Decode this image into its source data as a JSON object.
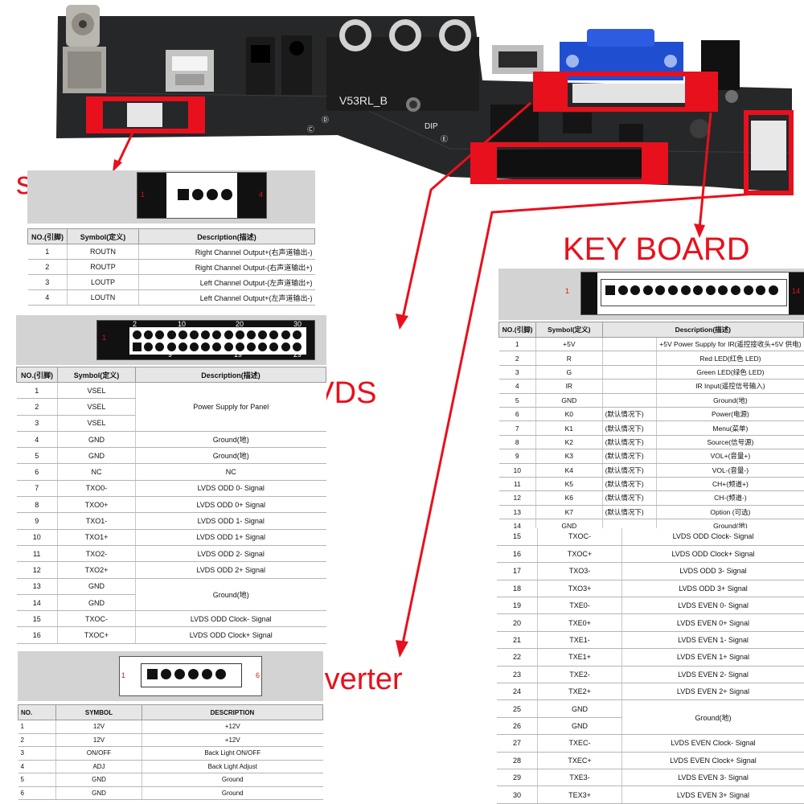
{
  "callouts": {
    "speaker": "speaker",
    "lvds": "LVDS",
    "keyboard": "KEY BOARD",
    "inverter": "inverter"
  },
  "board": {
    "silkscreen": [
      "V53RL_B",
      "DIP",
      "Ⓒ",
      "Ⓓ",
      "Ⓔ"
    ]
  },
  "colors": {
    "callout_red": "#e8101c",
    "panel_gray": "#d3d3d3",
    "vga_blue": "#1f4fd0"
  },
  "speaker": {
    "pin_left": "1",
    "pin_right": "4",
    "headers": [
      "NO.(引脚)",
      "Symbol(定义)",
      "Description(描述)"
    ],
    "rows": [
      [
        "1",
        "ROUTN",
        "Right Channel Output+(右声道输出-)"
      ],
      [
        "2",
        "ROUTP",
        "Right Channel Output-(右声道输出+)"
      ],
      [
        "3",
        "LOUTP",
        "Left Channel Output-(左声道输出+)"
      ],
      [
        "4",
        "LOUTN",
        "Left Channel Output+(左声道输出-)"
      ]
    ]
  },
  "lvds": {
    "top_labels": [
      "2",
      "10",
      "20",
      "30"
    ],
    "bottom_labels": [
      "9",
      "19",
      "29"
    ],
    "pin_left": "1",
    "headers": [
      "NO.(引脚)",
      "Symbol(定义)",
      "Description(描述)"
    ],
    "merged": {
      "power": "Power Supply for Panel",
      "ground": "Ground(地)"
    },
    "rows": [
      [
        "1",
        "VSEL",
        ""
      ],
      [
        "2",
        "VSEL",
        ""
      ],
      [
        "3",
        "VSEL",
        ""
      ],
      [
        "4",
        "GND",
        "Ground(地)"
      ],
      [
        "5",
        "GND",
        "Ground(地)"
      ],
      [
        "6",
        "NC",
        "NC"
      ],
      [
        "7",
        "TXO0-",
        "LVDS ODD 0- Signal"
      ],
      [
        "8",
        "TXO0+",
        "LVDS ODD 0+ Signal"
      ],
      [
        "9",
        "TXO1-",
        "LVDS ODD 1- Signal"
      ],
      [
        "10",
        "TXO1+",
        "LVDS ODD 1+ Signal"
      ],
      [
        "11",
        "TXO2-",
        "LVDS ODD 2- Signal"
      ],
      [
        "12",
        "TXO2+",
        "LVDS ODD 2+ Signal"
      ],
      [
        "13",
        "GND",
        ""
      ],
      [
        "14",
        "GND",
        ""
      ],
      [
        "15",
        "TXOC-",
        "LVDS ODD Clock- Signal"
      ],
      [
        "16",
        "TXOC+",
        "LVDS ODD Clock+ Signal"
      ]
    ]
  },
  "inverter": {
    "pin_left": "1",
    "pin_right": "6",
    "headers": [
      "NO.",
      "SYMBOL",
      "DESCRIPTION"
    ],
    "rows": [
      [
        "1",
        "12V",
        "+12V"
      ],
      [
        "2",
        "12V",
        "+12V"
      ],
      [
        "3",
        "ON/OFF",
        "Back Light ON/OFF"
      ],
      [
        "4",
        "ADJ",
        "Back Light Adjust"
      ],
      [
        "5",
        "GND",
        "Ground"
      ],
      [
        "6",
        "GND",
        "Ground"
      ]
    ]
  },
  "keyboard": {
    "pin_left": "1",
    "pin_right": "14",
    "headers": [
      "NO.(引脚)",
      "Symbol(定义)",
      "Description(描述)"
    ],
    "rows": [
      [
        "1",
        "+5V",
        "",
        "+5V Power Supply for IR(遥控接收头+5V 供电)"
      ],
      [
        "2",
        "R",
        "",
        "Red LED(红色 LED)"
      ],
      [
        "3",
        "G",
        "",
        "Green LED(绿色 LED)"
      ],
      [
        "4",
        "IR",
        "",
        "IR Input(遥控信号输入)"
      ],
      [
        "5",
        "GND",
        "",
        "Ground(地)"
      ],
      [
        "6",
        "K0",
        "(默认情况下)",
        "Power(电源)"
      ],
      [
        "7",
        "K1",
        "(默认情况下)",
        "Menu(菜单)"
      ],
      [
        "8",
        "K2",
        "(默认情况下)",
        "Source(信号源)"
      ],
      [
        "9",
        "K3",
        "(默认情况下)",
        "VOL+(音量+)"
      ],
      [
        "10",
        "K4",
        "(默认情况下)",
        "VOL-(音量-)"
      ],
      [
        "11",
        "K5",
        "(默认情况下)",
        "CH+(频道+)"
      ],
      [
        "12",
        "K6",
        "(默认情况下)",
        "CH-(频道-)"
      ],
      [
        "13",
        "K7",
        "(默认情况下)",
        "Option (可选)"
      ],
      [
        "14",
        "GND",
        "",
        "Ground(地)"
      ]
    ]
  },
  "lvds_cont": {
    "merged_ground": "Ground(地)",
    "rows": [
      [
        "15",
        "TXOC-",
        "LVDS ODD Clock- Signal"
      ],
      [
        "16",
        "TXOC+",
        "LVDS ODD Clock+ Signal"
      ],
      [
        "17",
        "TXO3-",
        "LVDS ODD 3- Signal"
      ],
      [
        "18",
        "TXO3+",
        "LVDS ODD 3+ Signal"
      ],
      [
        "19",
        "TXE0-",
        "LVDS EVEN 0- Signal"
      ],
      [
        "20",
        "TXE0+",
        "LVDS EVEN 0+ Signal"
      ],
      [
        "21",
        "TXE1-",
        "LVDS EVEN 1- Signal"
      ],
      [
        "22",
        "TXE1+",
        "LVDS EVEN 1+ Signal"
      ],
      [
        "23",
        "TXE2-",
        "LVDS EVEN 2- Signal"
      ],
      [
        "24",
        "TXE2+",
        "LVDS EVEN 2+ Signal"
      ],
      [
        "25",
        "GND",
        ""
      ],
      [
        "26",
        "GND",
        ""
      ],
      [
        "27",
        "TXEC-",
        "LVDS EVEN Clock- Signal"
      ],
      [
        "28",
        "TXEC+",
        "LVDS EVEN Clock+ Signal"
      ],
      [
        "29",
        "TXE3-",
        "LVDS EVEN 3- Signal"
      ],
      [
        "30",
        "TEX3+",
        "LVDS EVEN 3+ Signal"
      ]
    ]
  }
}
